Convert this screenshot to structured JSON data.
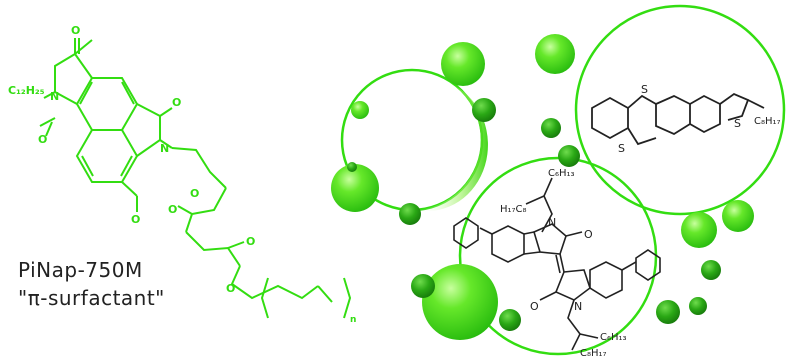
{
  "molecule_label": {
    "name": "PiNap-750M",
    "subtitle": "\"π-surfactant\""
  },
  "structure_labels": {
    "pinap_alkyl": "C₁₂H₂₅",
    "pinap_oxygens": [
      "O",
      "O",
      "O",
      "O",
      "O",
      "O",
      "O",
      "O"
    ],
    "pinap_nitrogens": [
      "N",
      "N"
    ],
    "peg_repeat": "n",
    "thiophene_alkyl": "C₈H₁₇",
    "thiophene_sulfurs": [
      "S",
      "S",
      "S"
    ],
    "isoindigo_alkyl_top_a": "C₆H₁₃",
    "isoindigo_alkyl_top_b": "H₁₇C₈",
    "isoindigo_alkyl_bottom_a": "C₆H₁₃",
    "isoindigo_alkyl_bottom_b": "C₈H₁₇",
    "isoindigo_oxygens": [
      "O",
      "O"
    ],
    "isoindigo_nitrogens": [
      "N",
      "N"
    ]
  },
  "colors": {
    "accent_green": "#33dd11",
    "dark_green": "#22a812",
    "light_green": "#8cf25a",
    "structure_black": "#222222"
  }
}
